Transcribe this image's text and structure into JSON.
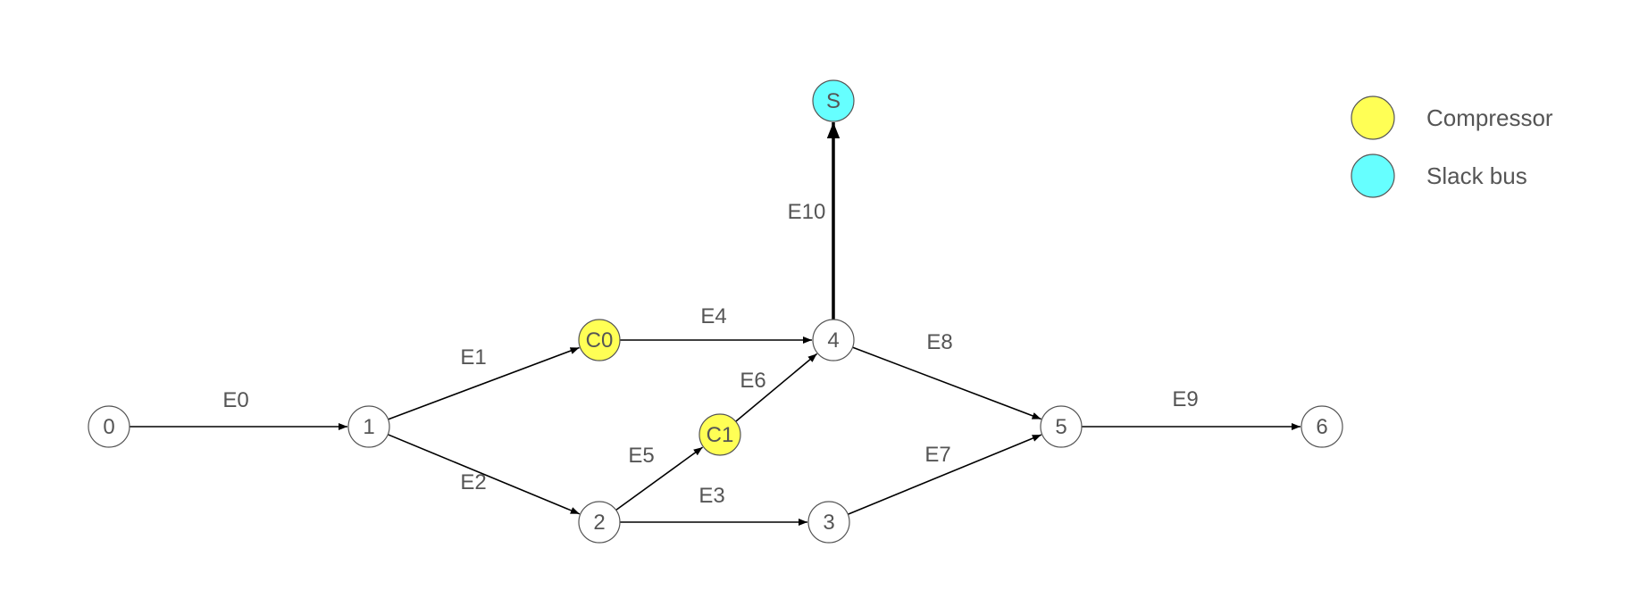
{
  "colors": {
    "default_node": "#ffffff",
    "compressor": "#ffff55",
    "slack_bus": "#66ffff",
    "stroke": "#555555",
    "edge": "#000000",
    "text": "#555555"
  },
  "nodes": [
    {
      "id": "0",
      "label": "0",
      "type": "default"
    },
    {
      "id": "1",
      "label": "1",
      "type": "default"
    },
    {
      "id": "2",
      "label": "2",
      "type": "default"
    },
    {
      "id": "3",
      "label": "3",
      "type": "default"
    },
    {
      "id": "4",
      "label": "4",
      "type": "default"
    },
    {
      "id": "5",
      "label": "5",
      "type": "default"
    },
    {
      "id": "6",
      "label": "6",
      "type": "default"
    },
    {
      "id": "C0",
      "label": "C0",
      "type": "compressor"
    },
    {
      "id": "C1",
      "label": "C1",
      "type": "compressor"
    },
    {
      "id": "S",
      "label": "S",
      "type": "slack_bus"
    }
  ],
  "edges": [
    {
      "id": "E0",
      "label": "E0",
      "from": "0",
      "to": "1"
    },
    {
      "id": "E1",
      "label": "E1",
      "from": "1",
      "to": "C0"
    },
    {
      "id": "E2",
      "label": "E2",
      "from": "1",
      "to": "2"
    },
    {
      "id": "E3",
      "label": "E3",
      "from": "2",
      "to": "3"
    },
    {
      "id": "E4",
      "label": "E4",
      "from": "C0",
      "to": "4"
    },
    {
      "id": "E5",
      "label": "E5",
      "from": "2",
      "to": "C1"
    },
    {
      "id": "E6",
      "label": "E6",
      "from": "C1",
      "to": "4"
    },
    {
      "id": "E7",
      "label": "E7",
      "from": "3",
      "to": "5"
    },
    {
      "id": "E8",
      "label": "E8",
      "from": "4",
      "to": "5"
    },
    {
      "id": "E9",
      "label": "E9",
      "from": "5",
      "to": "6"
    },
    {
      "id": "E10",
      "label": "E10",
      "from": "4",
      "to": "S",
      "emphasis": "thick"
    }
  ],
  "legend": [
    {
      "type": "compressor",
      "label": "Compressor"
    },
    {
      "type": "slack_bus",
      "label": "Slack bus"
    }
  ]
}
